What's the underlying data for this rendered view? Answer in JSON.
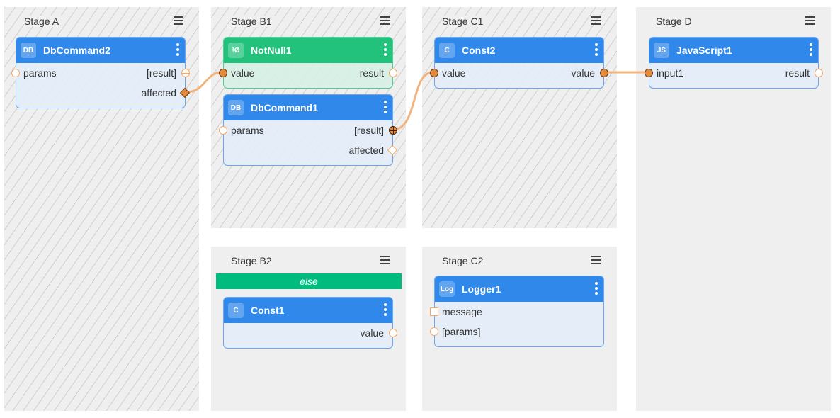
{
  "stages": {
    "a": {
      "title": "Stage A"
    },
    "b1": {
      "title": "Stage B1"
    },
    "c1": {
      "title": "Stage C1"
    },
    "d": {
      "title": "Stage D"
    },
    "b2": {
      "title": "Stage B2",
      "else_label": "else"
    },
    "c2": {
      "title": "Stage C2"
    }
  },
  "nodes": {
    "dbcommand2": {
      "badge": "DB",
      "title": "DbCommand2",
      "ports": {
        "params": "params",
        "result": "[result]",
        "affected": "affected"
      }
    },
    "notnull1": {
      "badge": "!Ø",
      "title": "NotNull1",
      "ports": {
        "value": "value",
        "result": "result"
      }
    },
    "dbcommand1": {
      "badge": "DB",
      "title": "DbCommand1",
      "ports": {
        "params": "params",
        "result": "[result]",
        "affected": "affected"
      }
    },
    "const2": {
      "badge": "C",
      "title": "Const2",
      "ports": {
        "value_in": "value",
        "value_out": "value"
      }
    },
    "javascript1": {
      "badge": "JS",
      "title": "JavaScript1",
      "ports": {
        "input1": "input1",
        "result": "result"
      }
    },
    "const1": {
      "badge": "C",
      "title": "Const1",
      "ports": {
        "value": "value"
      }
    },
    "logger1": {
      "badge": "Log",
      "title": "Logger1",
      "ports": {
        "message": "message",
        "params": "[params]"
      }
    }
  },
  "icons": {
    "stage_menu": "hamburger-menu-icon",
    "node_menu": "vertical-dots-icon"
  },
  "colors": {
    "node_header_blue": "#2f88ea",
    "node_header_green": "#22c27c",
    "else_bar": "#00bb7e",
    "wire": "#f2b47e",
    "pin_fill": "#e48a3c"
  }
}
